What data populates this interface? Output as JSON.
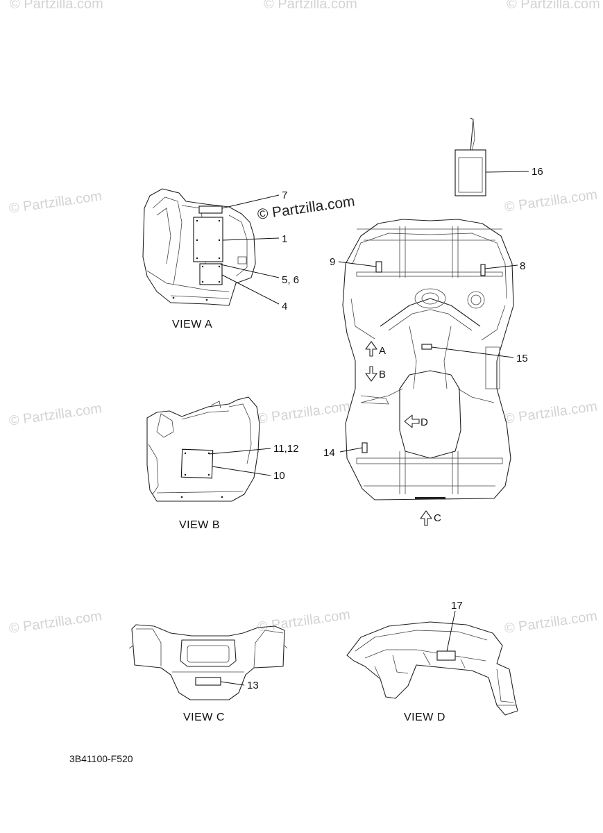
{
  "watermark": {
    "text": "© Partzilla.com"
  },
  "diagram_code": "3B41100-F520",
  "views": {
    "a": "VIEW A",
    "b": "VIEW B",
    "c": "VIEW C",
    "d": "VIEW D"
  },
  "arrows": {
    "a": "A",
    "b": "B",
    "c": "C",
    "d": "D"
  },
  "callouts": {
    "c1": "1",
    "c4": "4",
    "c5_6": "5, 6",
    "c7": "7",
    "c8": "8",
    "c9": "9",
    "c10": "10",
    "c11_12": "11,12",
    "c13": "13",
    "c14": "14",
    "c15": "15",
    "c16": "16",
    "c17": "17"
  }
}
